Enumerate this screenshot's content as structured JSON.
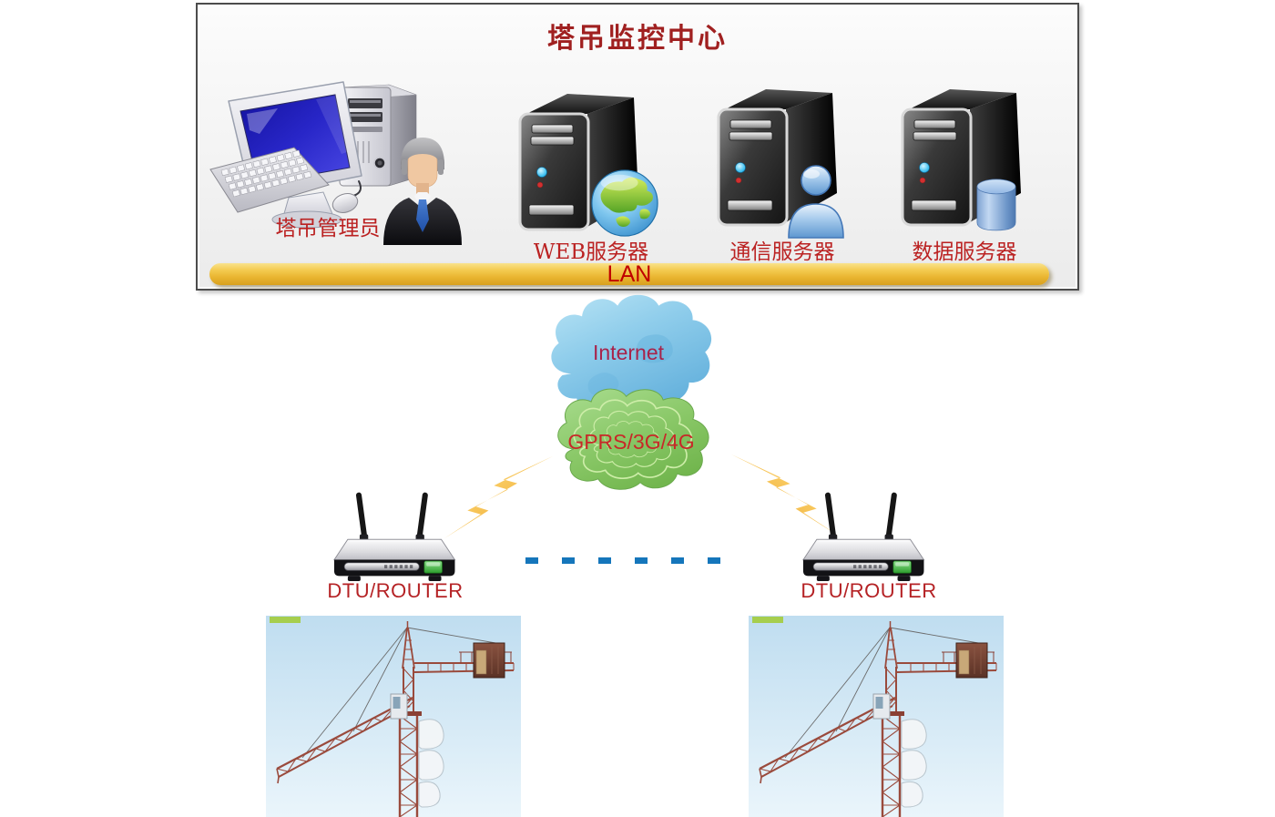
{
  "monitoring_center": {
    "title": "塔吊监控中心",
    "admin_label": "塔吊管理员",
    "lan_label": "LAN",
    "servers": [
      {
        "label": "WEB服务器"
      },
      {
        "label": "通信服务器"
      },
      {
        "label": "数据服务器"
      }
    ]
  },
  "network": {
    "internet_label": "Internet",
    "wireless_label": "GPRS/3G/4G"
  },
  "field": {
    "routers": [
      {
        "label": "DTU/ROUTER"
      },
      {
        "label": "DTU/ROUTER"
      }
    ]
  },
  "icons": [
    "desktop-workstation",
    "administrator-person",
    "server-tower",
    "globe",
    "user",
    "database-cylinder",
    "lan-bus-bar",
    "internet-cloud",
    "gprs-cloud",
    "lightning-bolt",
    "wireless-router",
    "tower-crane-photo"
  ],
  "colors": {
    "title_red": "#A02020",
    "label_red": "#BB2222",
    "internet_text": "#A8234A",
    "gprs_text": "#C82828",
    "router_text": "#B52225",
    "lan_text": "#C00000",
    "lan_bar_gold": "#E9B430",
    "dash_blue": "#1576BB",
    "cloud_blue": "#8FCDEB",
    "cloud_green": "#8AC868",
    "box_border": "#4C4C4C"
  }
}
